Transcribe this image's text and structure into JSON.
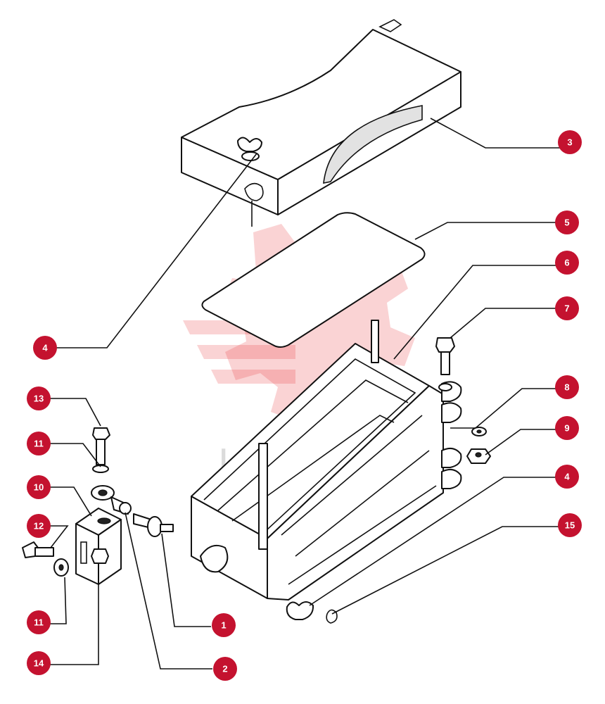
{
  "watermark": {
    "text": "ИНТЕХ"
  },
  "callouts": [
    {
      "id": "c3",
      "number": "3"
    },
    {
      "id": "c4a",
      "number": "4"
    },
    {
      "id": "c5",
      "number": "5"
    },
    {
      "id": "c6",
      "number": "6"
    },
    {
      "id": "c7",
      "number": "7"
    },
    {
      "id": "c8",
      "number": "8"
    },
    {
      "id": "c9",
      "number": "9"
    },
    {
      "id": "c4b",
      "number": "4"
    },
    {
      "id": "c15",
      "number": "15"
    },
    {
      "id": "c13",
      "number": "13"
    },
    {
      "id": "c11a",
      "number": "11"
    },
    {
      "id": "c10",
      "number": "10"
    },
    {
      "id": "c12",
      "number": "12"
    },
    {
      "id": "c11b",
      "number": "11"
    },
    {
      "id": "c14",
      "number": "14"
    },
    {
      "id": "c1",
      "number": "1"
    },
    {
      "id": "c2",
      "number": "2"
    }
  ],
  "colors": {
    "callout": "#c4122f",
    "line": "#111111",
    "watermark": "#e8363c"
  }
}
